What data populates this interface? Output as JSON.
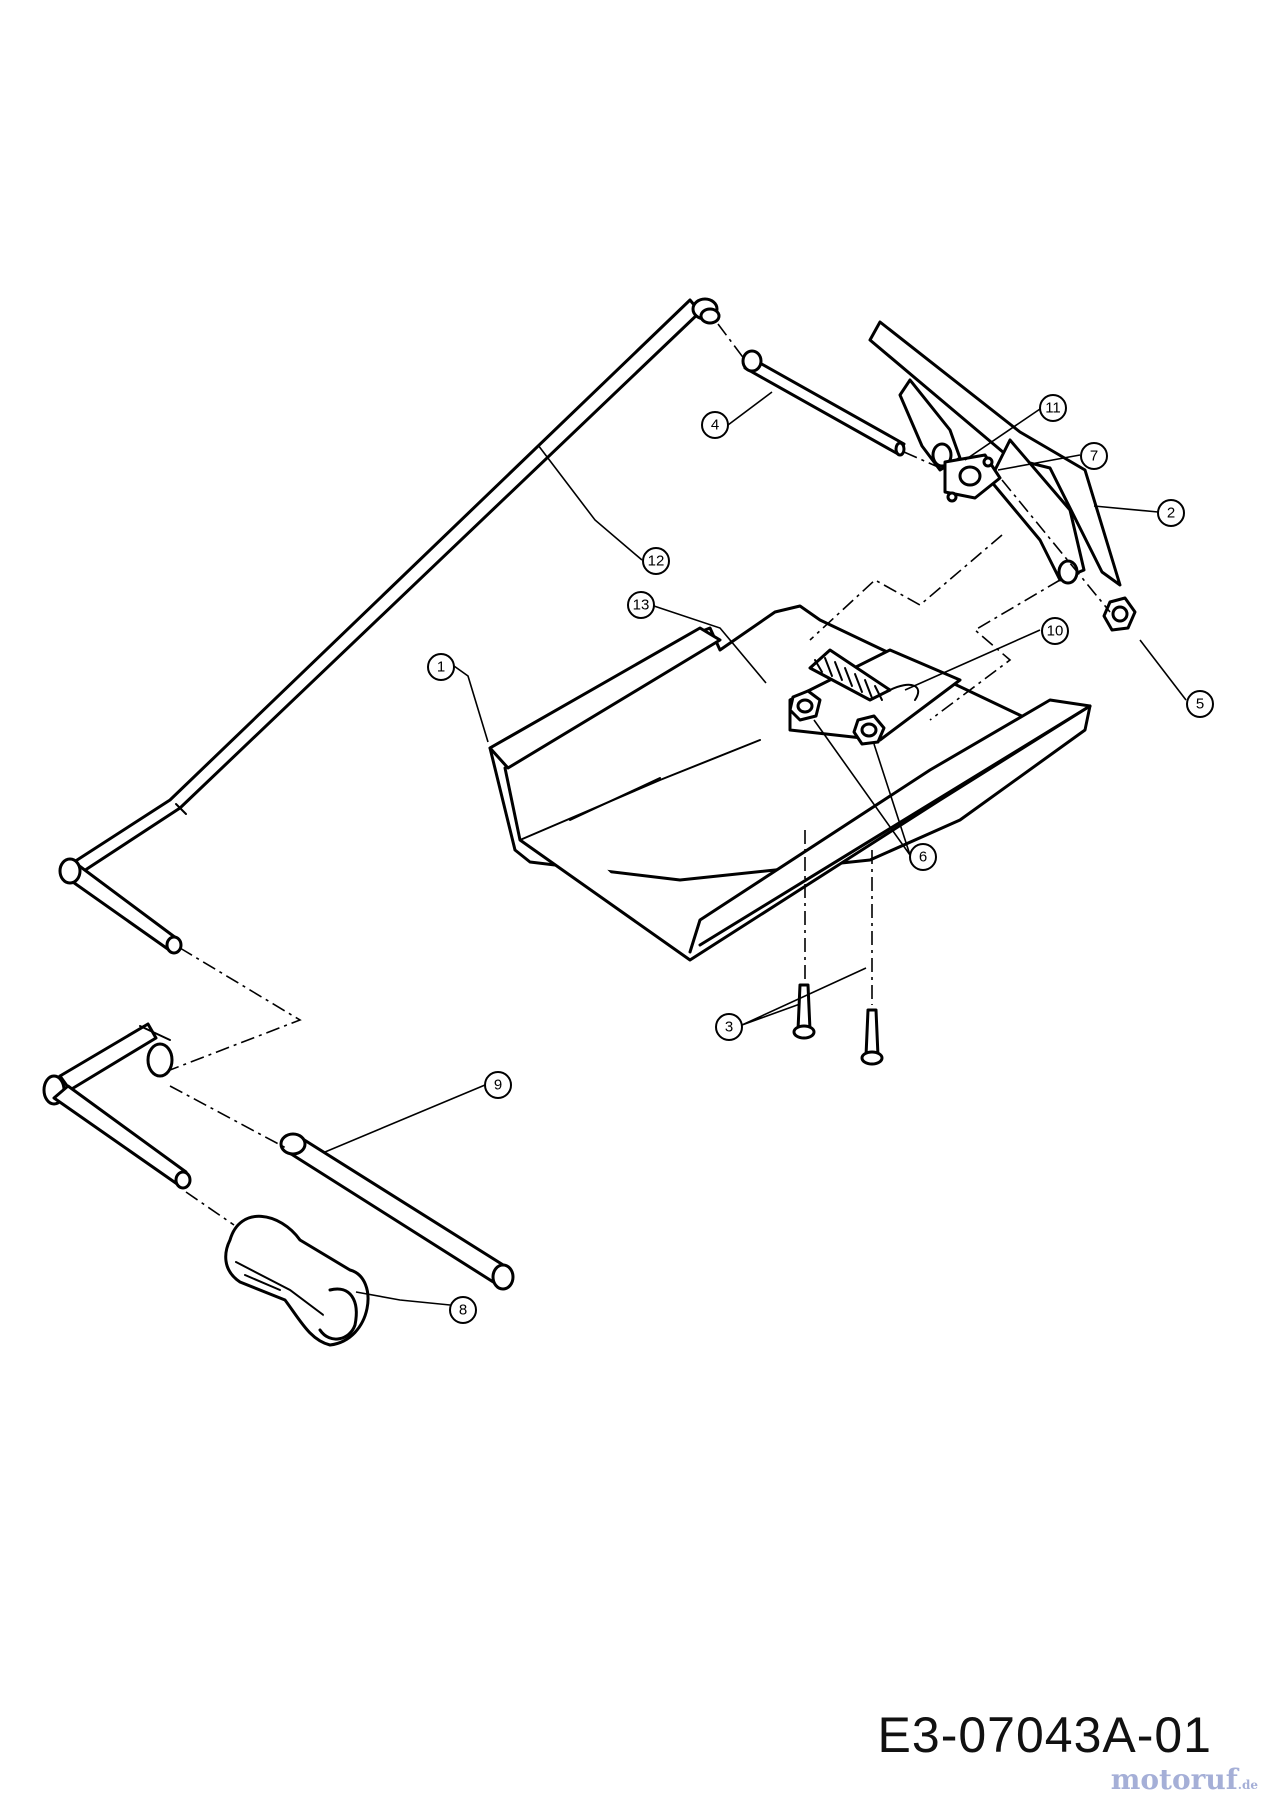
{
  "diagram": {
    "drawing_number": "E3-07043A-01",
    "watermark": "motoruf",
    "watermark_suffix": ".de",
    "callouts": [
      {
        "id": "c1",
        "label": "1"
      },
      {
        "id": "c2",
        "label": "2"
      },
      {
        "id": "c3",
        "label": "3"
      },
      {
        "id": "c4",
        "label": "4"
      },
      {
        "id": "c5",
        "label": "5"
      },
      {
        "id": "c6",
        "label": "6"
      },
      {
        "id": "c7",
        "label": "7"
      },
      {
        "id": "c8",
        "label": "8"
      },
      {
        "id": "c9",
        "label": "9"
      },
      {
        "id": "c10",
        "label": "10"
      },
      {
        "id": "c11",
        "label": "11"
      },
      {
        "id": "c12",
        "label": "12"
      },
      {
        "id": "c13",
        "label": "13"
      }
    ]
  }
}
